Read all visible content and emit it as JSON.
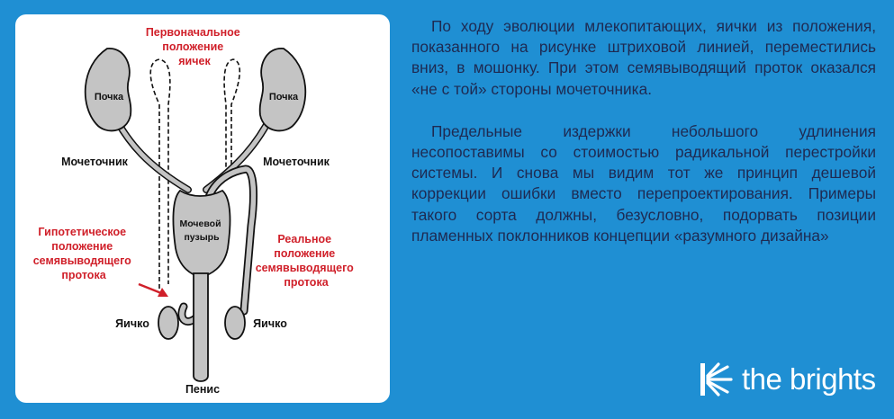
{
  "diagram": {
    "labels": {
      "original_position": [
        "Первоначальное",
        "положение",
        "яичек"
      ],
      "kidney_left": "Почка",
      "kidney_right": "Почка",
      "ureter_left": "Мочеточник",
      "ureter_right": "Мочеточник",
      "bladder": [
        "Мочевой",
        "пузырь"
      ],
      "hypothetical_duct": [
        "Гипотетическое",
        "положение",
        "семявыводящего",
        "протока"
      ],
      "real_duct": [
        "Реальное",
        "положение",
        "семявыводящего",
        "протока"
      ],
      "testis_left": "Яичко",
      "testis_right": "Яичко",
      "penis": "Пенис"
    },
    "colors": {
      "organ_fill": "#c4c4c4",
      "outline": "#111111",
      "annotation": "#d0202a"
    }
  },
  "text": {
    "paragraph1": "По ходу эволюции млекопитающих, яички из положения, показанного на рисунке штриховой линией, переместились вниз, в мошонку. При этом семявыводящий проток оказался «не с той» стороны мочеточника.",
    "paragraph2": "Предельные издержки небольшого удлинения несопоставимы со стоимостью радикальной перестройки системы. И снова мы видим тот же принцип дешевой коррекции ошибки вместо перепроектирования. Примеры такого сорта должны, безусловно, подорвать позиции пламенных поклонников концепции «разумного дизайна»",
    "color": "#1e2a52"
  },
  "brand": {
    "name": "the brights",
    "icon": "sunburst-logo-icon",
    "color": "#ffffff"
  },
  "background": {
    "frame": "#1f8fd3",
    "panel": "#ffffff"
  }
}
